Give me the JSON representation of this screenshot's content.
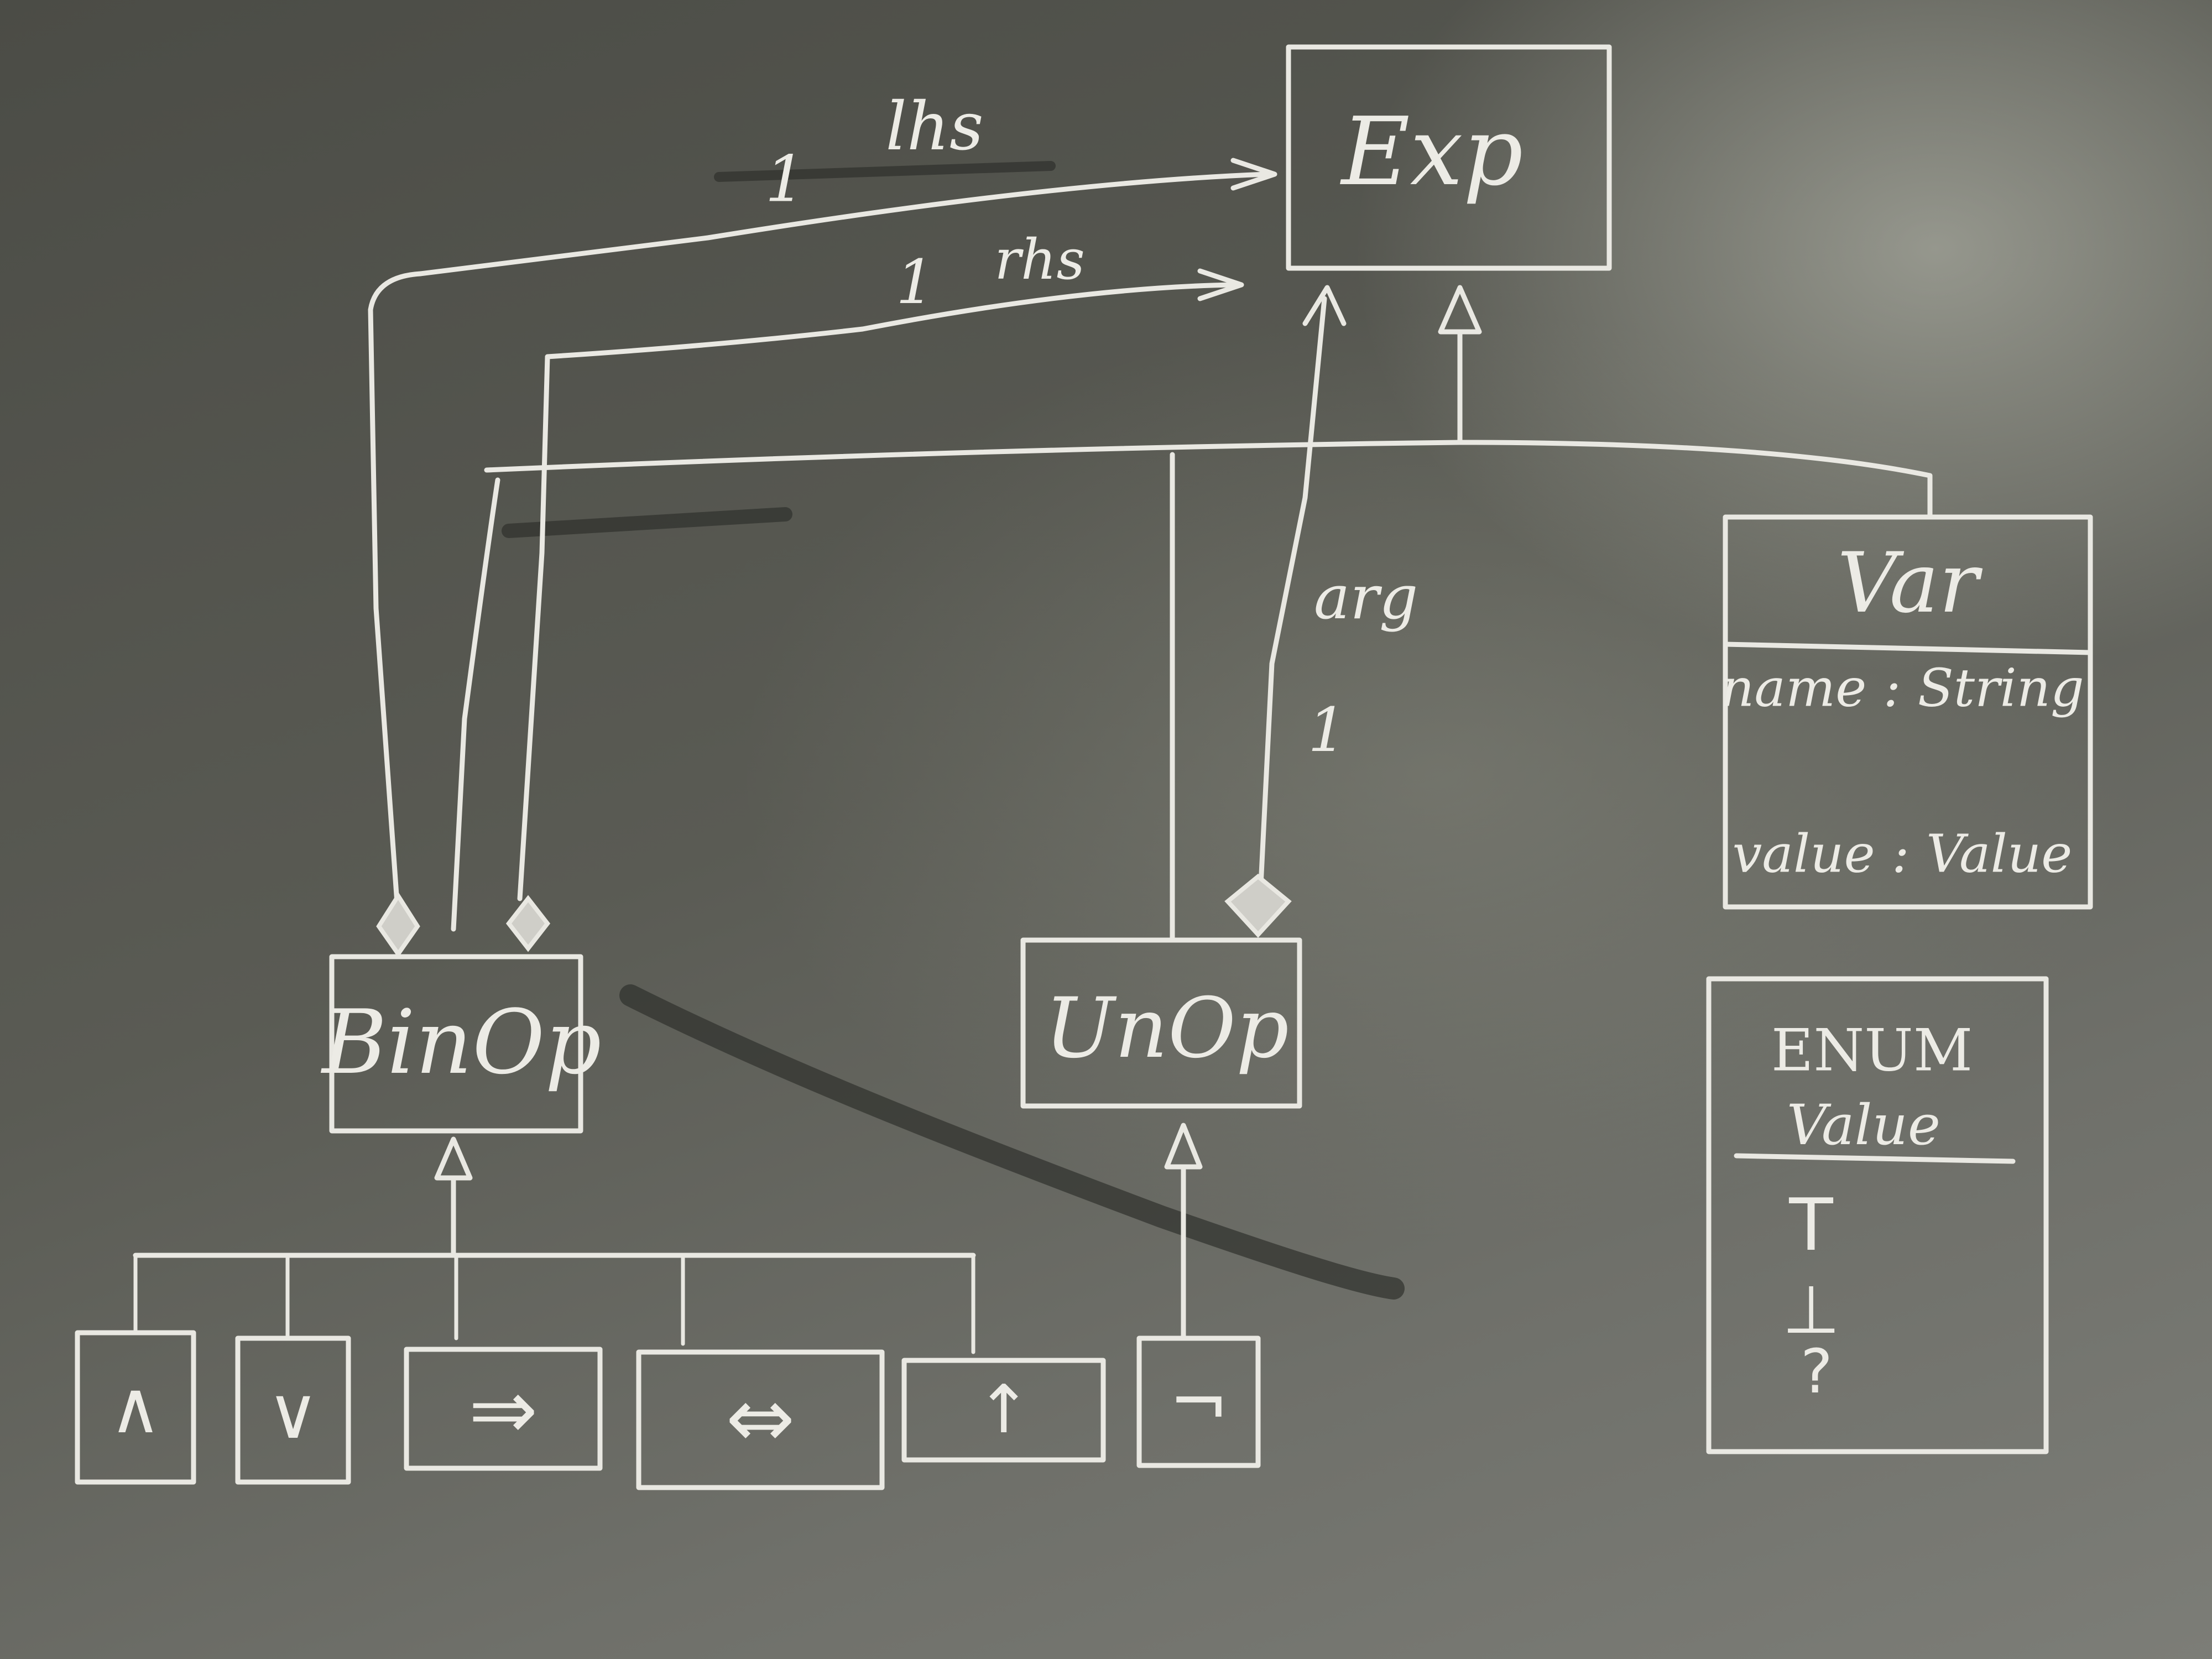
{
  "classes": {
    "exp": {
      "name": "Exp"
    },
    "binop": {
      "name": "BinOp"
    },
    "unop": {
      "name": "UnOp"
    },
    "var": {
      "name": "Var",
      "attributes": [
        "name : String",
        "value : Value"
      ]
    },
    "enum": {
      "stereotype": "ENUM",
      "name": "Value",
      "literals": [
        "T",
        "⊥",
        "?"
      ]
    }
  },
  "associations": {
    "lhs": {
      "role": "lhs",
      "multiplicity": "1"
    },
    "rhs": {
      "role": "rhs",
      "multiplicity": "1"
    },
    "arg": {
      "role": "arg",
      "multiplicity": "1"
    }
  },
  "operators": [
    "∧",
    "∨",
    "⇒",
    "⇔",
    "↑",
    "¬"
  ]
}
